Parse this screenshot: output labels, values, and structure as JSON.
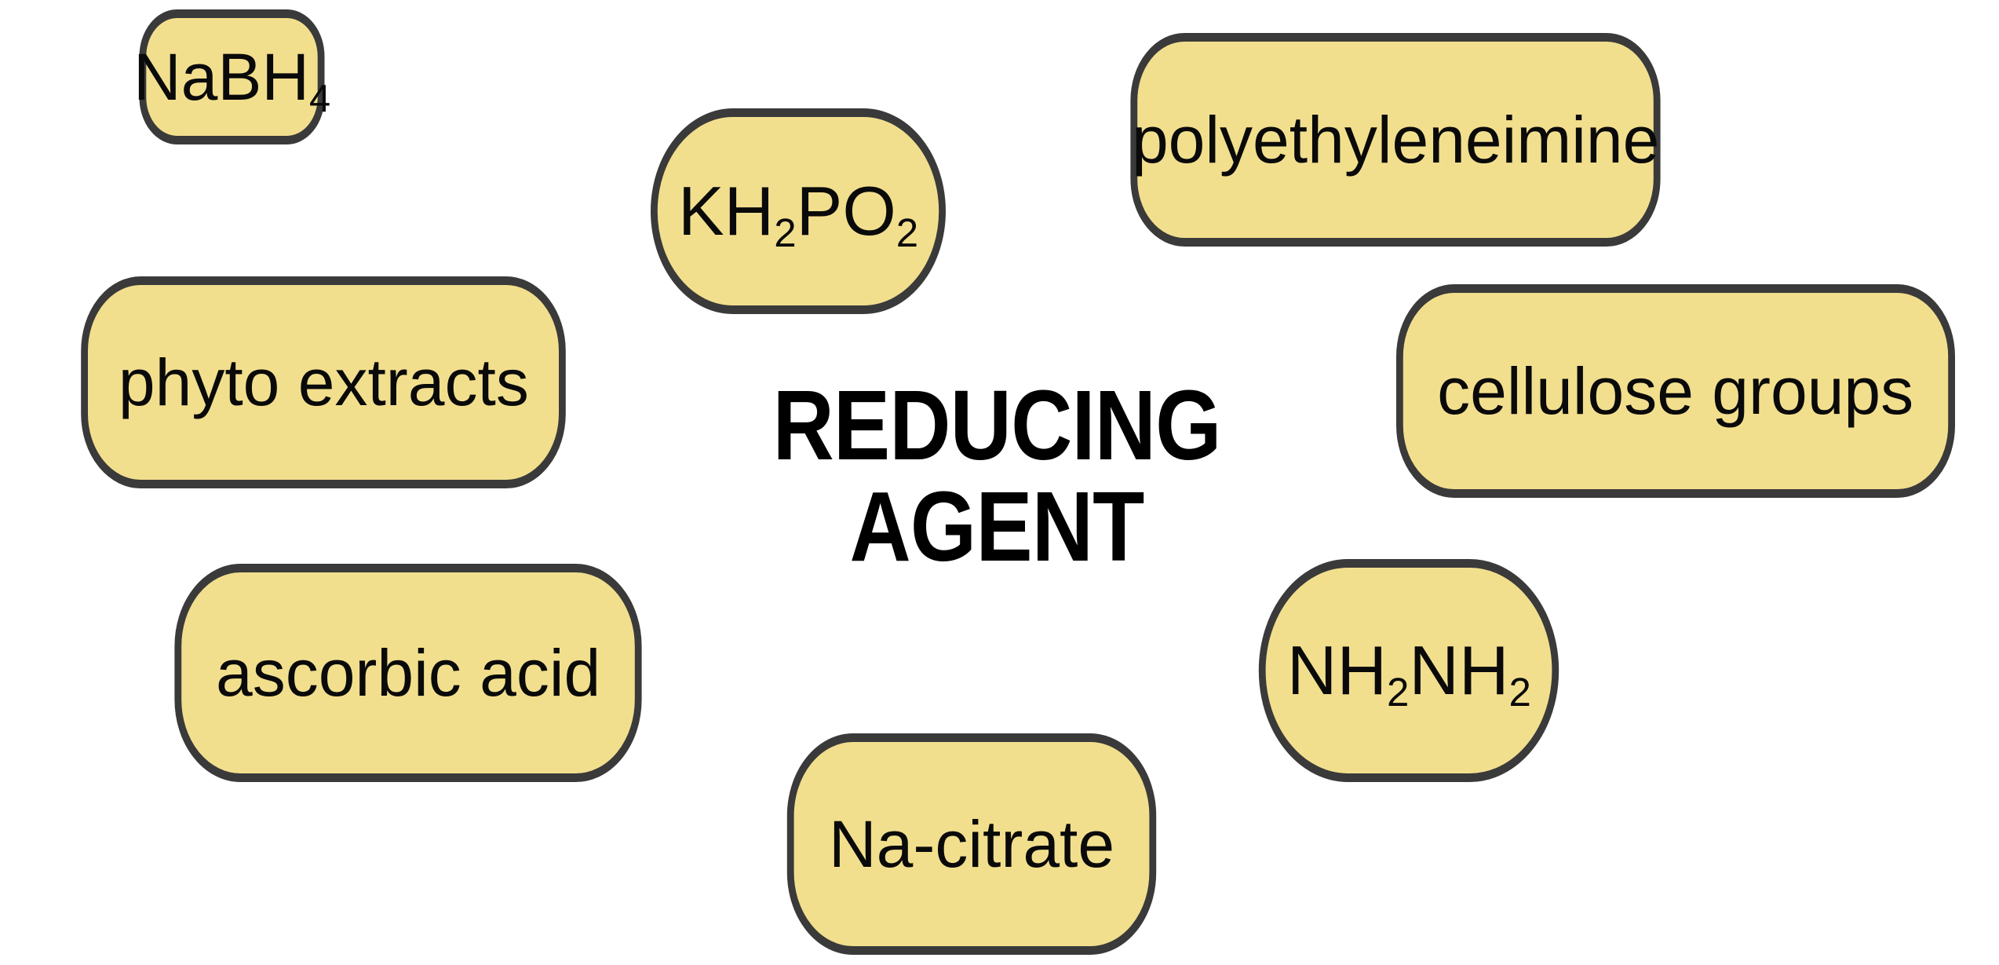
{
  "diagram": {
    "type": "concept-cluster",
    "center_title_lines": [
      "REDUCING",
      "AGENT"
    ],
    "center_title_text": "REDUCING AGENT",
    "colors": {
      "pill_fill": "#F2DF8E",
      "pill_border": "#3A3A3A",
      "text": "#0A0A0A",
      "background": "#FFFFFF"
    },
    "nodes": [
      {
        "id": "nabh4",
        "label": "NaBH4",
        "base": "NaBH",
        "sub": "4",
        "tail": "",
        "sub2": ""
      },
      {
        "id": "kh2po2",
        "label": "KH2PO2",
        "base": "KH",
        "sub": "2",
        "tail": "PO",
        "sub2": "2"
      },
      {
        "id": "pei",
        "label": "polyethyleneimine",
        "base": "polyethyleneimine",
        "sub": "",
        "tail": "",
        "sub2": ""
      },
      {
        "id": "phyto",
        "label": "phyto extracts",
        "base": "phyto extracts",
        "sub": "",
        "tail": "",
        "sub2": ""
      },
      {
        "id": "cellulose",
        "label": "cellulose groups",
        "base": "cellulose groups",
        "sub": "",
        "tail": "",
        "sub2": ""
      },
      {
        "id": "ascorbic",
        "label": "ascorbic acid",
        "base": "ascorbic acid",
        "sub": "",
        "tail": "",
        "sub2": ""
      },
      {
        "id": "nh2nh2",
        "label": "NH2NH2",
        "base": "NH",
        "sub": "2",
        "tail": "NH",
        "sub2": "2"
      },
      {
        "id": "nacitrate",
        "label": "Na-citrate",
        "base": "Na-citrate",
        "sub": "",
        "tail": "",
        "sub2": ""
      }
    ]
  }
}
